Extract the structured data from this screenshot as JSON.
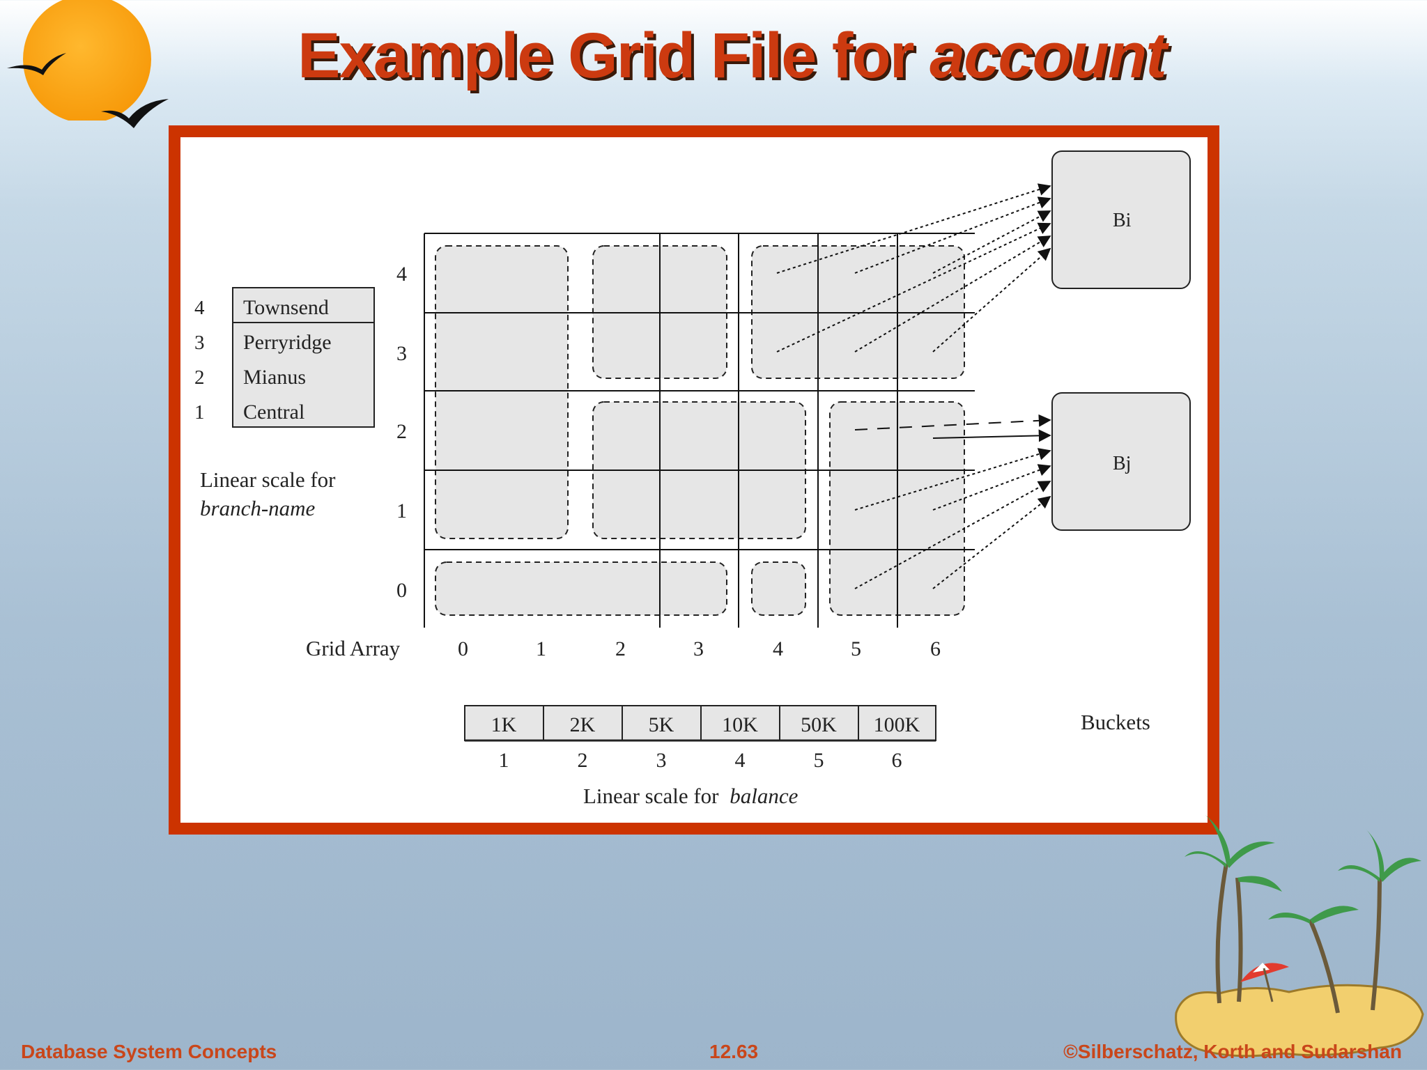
{
  "slide": {
    "title_main": "Example Grid File for",
    "title_italic": "account"
  },
  "footer": {
    "left": "Database System Concepts",
    "center": "12.63",
    "right": "©Silberschatz, Korth and Sudarshan"
  },
  "diagram": {
    "branch_scale": {
      "rows": [
        {
          "num": "4",
          "name": "Townsend"
        },
        {
          "num": "3",
          "name": "Perryridge"
        },
        {
          "num": "2",
          "name": "Mianus"
        },
        {
          "num": "1",
          "name": "Central"
        }
      ],
      "label_line1": "Linear scale for",
      "label_line2": "branch-name"
    },
    "grid": {
      "row_labels": [
        "4",
        "3",
        "2",
        "1",
        "0"
      ],
      "col_labels": [
        "0",
        "1",
        "2",
        "3",
        "4",
        "5",
        "6"
      ],
      "label": "Grid Array"
    },
    "balance_scale": {
      "values": [
        "1K",
        "2K",
        "5K",
        "10K",
        "50K",
        "100K"
      ],
      "indices": [
        "1",
        "2",
        "3",
        "4",
        "5",
        "6"
      ],
      "label_prefix": "Linear scale for",
      "label_italic": "balance"
    },
    "buckets": {
      "bi_label": "Bi",
      "bj_label": "Bj",
      "label": "Buckets"
    }
  },
  "colors": {
    "title": "#cc3a10",
    "frame": "#cc3300",
    "footer": "#c9461a",
    "cell_fill": "#e6e6e6"
  }
}
